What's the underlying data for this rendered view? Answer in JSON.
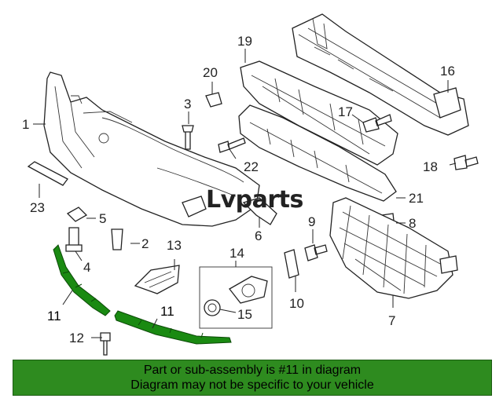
{
  "logo": {
    "text": "Lvparts"
  },
  "callouts": [
    {
      "id": "c1",
      "label": "1"
    },
    {
      "id": "c2",
      "label": "2"
    },
    {
      "id": "c3",
      "label": "3"
    },
    {
      "id": "c4",
      "label": "4"
    },
    {
      "id": "c5",
      "label": "5"
    },
    {
      "id": "c6",
      "label": "6"
    },
    {
      "id": "c7",
      "label": "7"
    },
    {
      "id": "c8",
      "label": "8"
    },
    {
      "id": "c9",
      "label": "9"
    },
    {
      "id": "c10",
      "label": "10"
    },
    {
      "id": "c11a",
      "label": "11"
    },
    {
      "id": "c11b",
      "label": "11"
    },
    {
      "id": "c12",
      "label": "12"
    },
    {
      "id": "c13",
      "label": "13"
    },
    {
      "id": "c14",
      "label": "14"
    },
    {
      "id": "c15",
      "label": "15"
    },
    {
      "id": "c16",
      "label": "16"
    },
    {
      "id": "c17",
      "label": "17"
    },
    {
      "id": "c18",
      "label": "18"
    },
    {
      "id": "c19",
      "label": "19"
    },
    {
      "id": "c20",
      "label": "20"
    },
    {
      "id": "c21",
      "label": "21"
    },
    {
      "id": "c22",
      "label": "22"
    },
    {
      "id": "c23",
      "label": "23"
    }
  ],
  "highlight_color": "#1a8a12",
  "banner": {
    "line1": "Part or sub-assembly is #11 in diagram",
    "line2": "Diagram may not be specific to your vehicle",
    "color": "#2e8b1f"
  }
}
